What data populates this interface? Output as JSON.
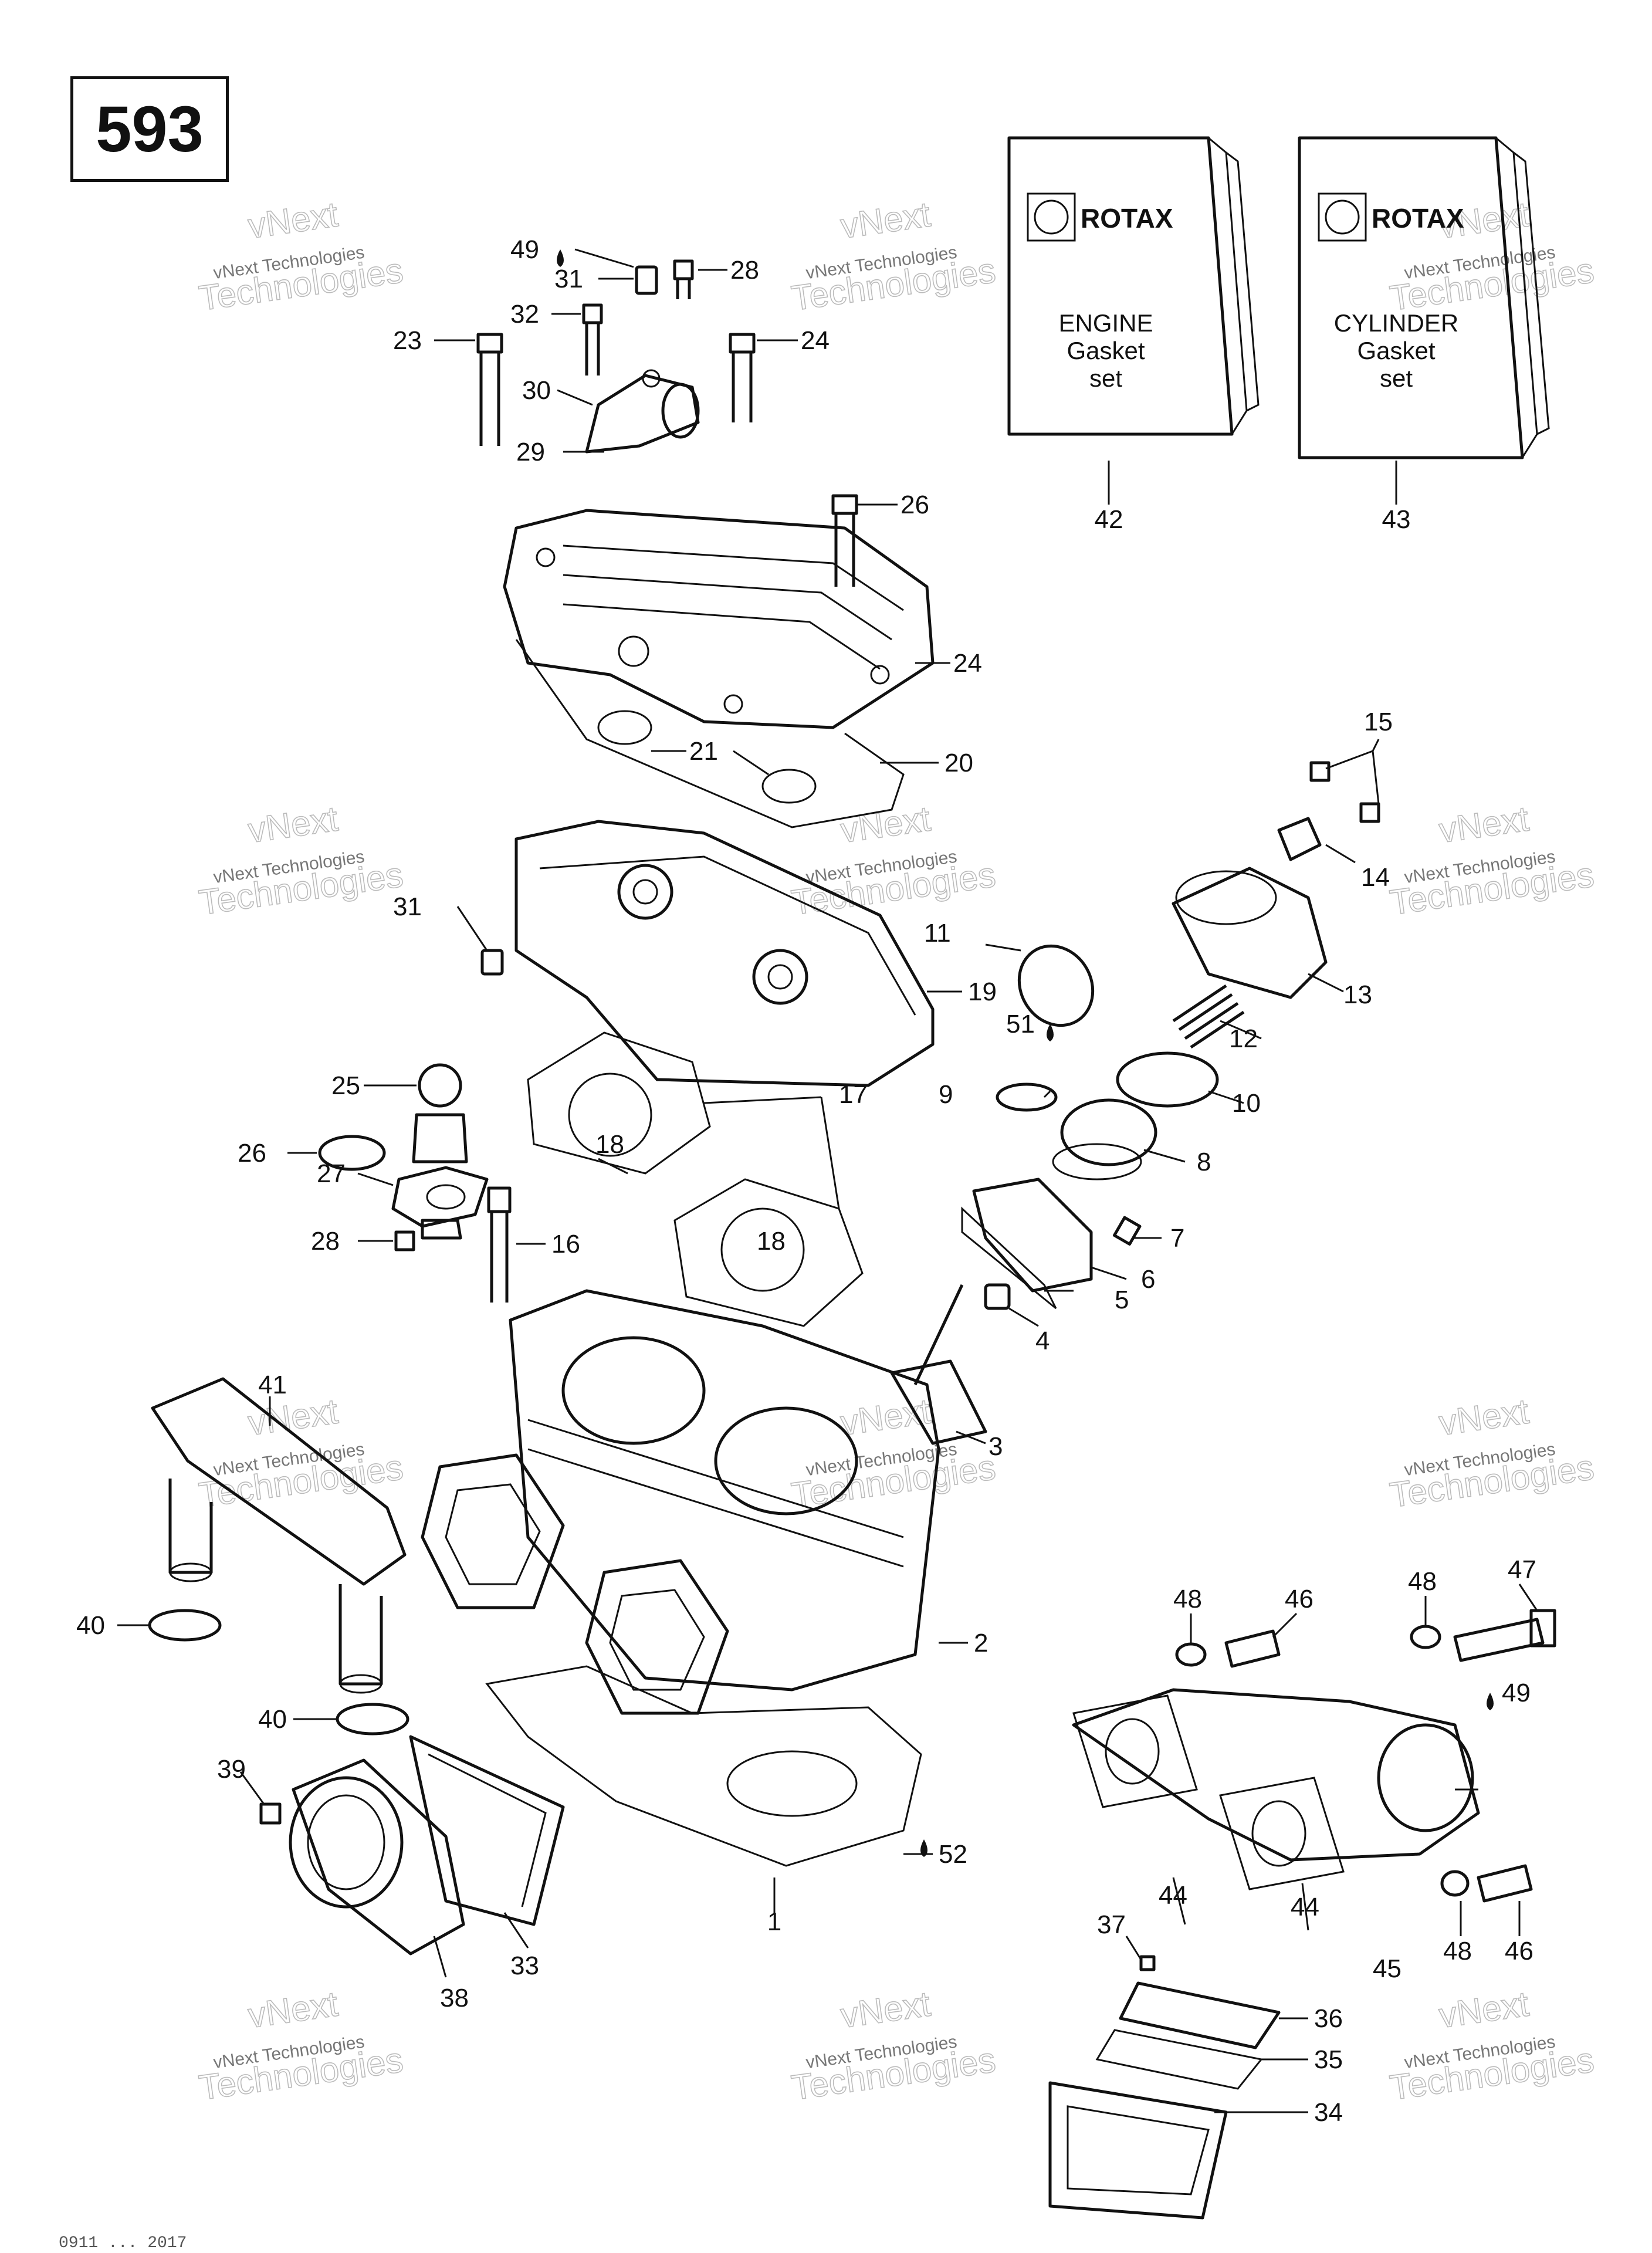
{
  "page_number": "593",
  "kits": [
    {
      "brand": "ROTAX",
      "line1": "ENGINE",
      "line2": "Gasket",
      "line3": "set",
      "ref": "42"
    },
    {
      "brand": "ROTAX",
      "line1": "CYLINDER",
      "line2": "Gasket",
      "line3": "set",
      "ref": "43"
    }
  ],
  "watermark": {
    "line1": "vNext",
    "line2": "vNext Technologies",
    "line3": "Technologies"
  },
  "callouts": [
    "1",
    "2",
    "3",
    "4",
    "5",
    "6",
    "7",
    "8",
    "9",
    "10",
    "11",
    "12",
    "13",
    "14",
    "15",
    "16",
    "17",
    "18",
    "18",
    "19",
    "20",
    "21",
    "23",
    "24",
    "24",
    "25",
    "26",
    "26",
    "27",
    "28",
    "28",
    "29",
    "30",
    "31",
    "31",
    "32",
    "33",
    "34",
    "35",
    "36",
    "37",
    "38",
    "39",
    "40",
    "40",
    "41",
    "42",
    "43",
    "44",
    "44",
    "45",
    "46",
    "46",
    "47",
    "48",
    "48",
    "48",
    "49",
    "49",
    "51",
    "52"
  ],
  "footer": "0911 ... 2017"
}
